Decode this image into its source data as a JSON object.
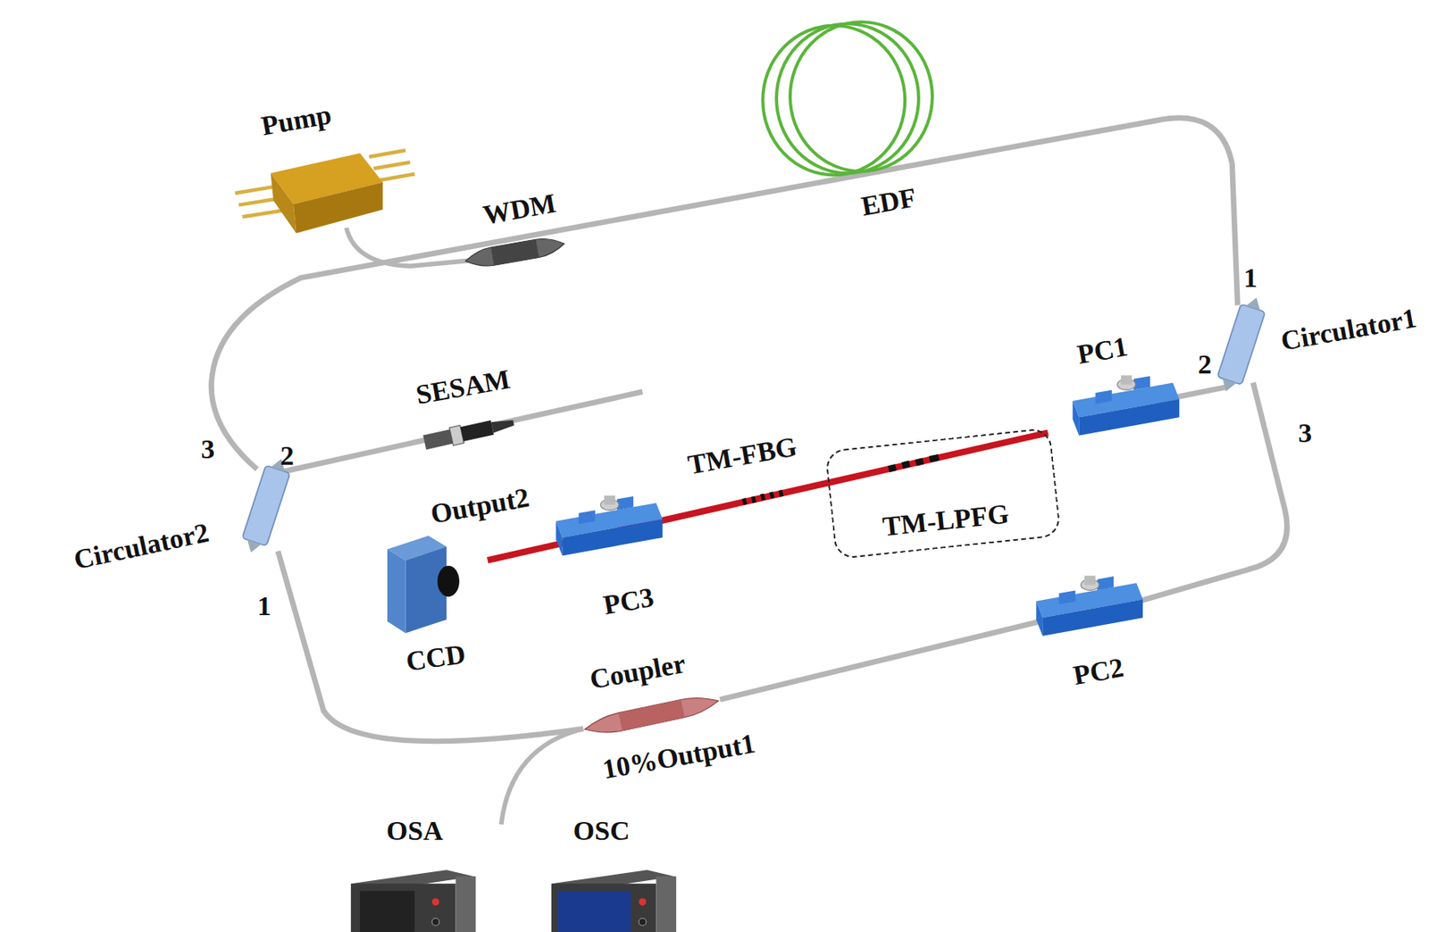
{
  "diagram": {
    "nodes": [
      {
        "text": [
          "TM-LPFG"
        ]
      }
    ],
    "labels": [
      "Pump",
      "WDM",
      "EDF",
      "1",
      "Circulator1",
      "2",
      "3",
      "PC1",
      "SESAM",
      "3",
      "2",
      "TM-FBG",
      "Output2",
      "Circulator2",
      "1",
      "PC3",
      "CCD",
      "Coupler",
      "10%Output1",
      "PC2",
      "OSA",
      "OSC"
    ]
  }
}
